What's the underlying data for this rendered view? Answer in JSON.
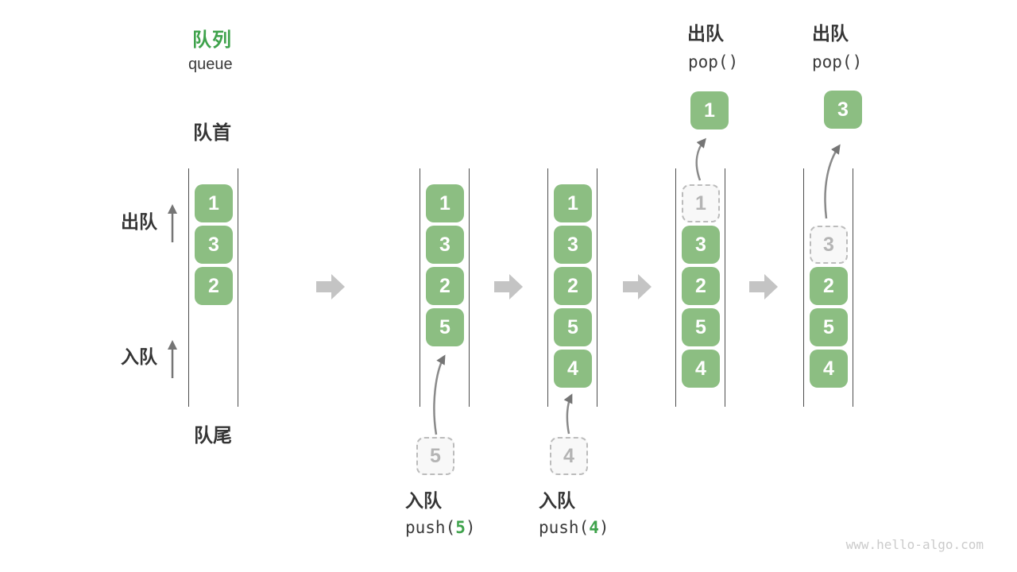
{
  "header": {
    "title_zh": "队列",
    "title_en": "queue"
  },
  "side_labels": {
    "front": "队首",
    "rear": "队尾",
    "dequeue": "出队",
    "enqueue": "入队"
  },
  "columns": [
    {
      "cells": [
        "1",
        "3",
        "2"
      ]
    },
    {
      "cells": [
        "1",
        "3",
        "2",
        "5"
      ],
      "staged": "5",
      "label_action": "入队",
      "fn_prefix": "push(",
      "fn_arg": "5",
      "fn_suffix": ")"
    },
    {
      "cells": [
        "1",
        "3",
        "2",
        "5",
        "4"
      ],
      "staged": "4",
      "label_action": "入队",
      "fn_prefix": "push(",
      "fn_arg": "4",
      "fn_suffix": ")"
    },
    {
      "ghost": "1",
      "cells": [
        "3",
        "2",
        "5",
        "4"
      ],
      "popped": "1",
      "label_action": "出队",
      "fn": "pop()"
    },
    {
      "ghost": "3",
      "cells": [
        "2",
        "5",
        "4"
      ],
      "popped": "3",
      "label_action": "出队",
      "fn": "pop()"
    }
  ],
  "watermark": "www.hello-algo.com",
  "colors": {
    "cell_green": "#8CBE82",
    "accent_green": "#3EA24B",
    "text_dark": "#3B3B3B",
    "rail_gray": "#4D4D4D",
    "step_arrow_gray": "#C4C4C4",
    "thin_arrow_gray": "#757575",
    "ghost_gray": "#B4B4B4",
    "watermark_gray": "#CBCBCB"
  }
}
